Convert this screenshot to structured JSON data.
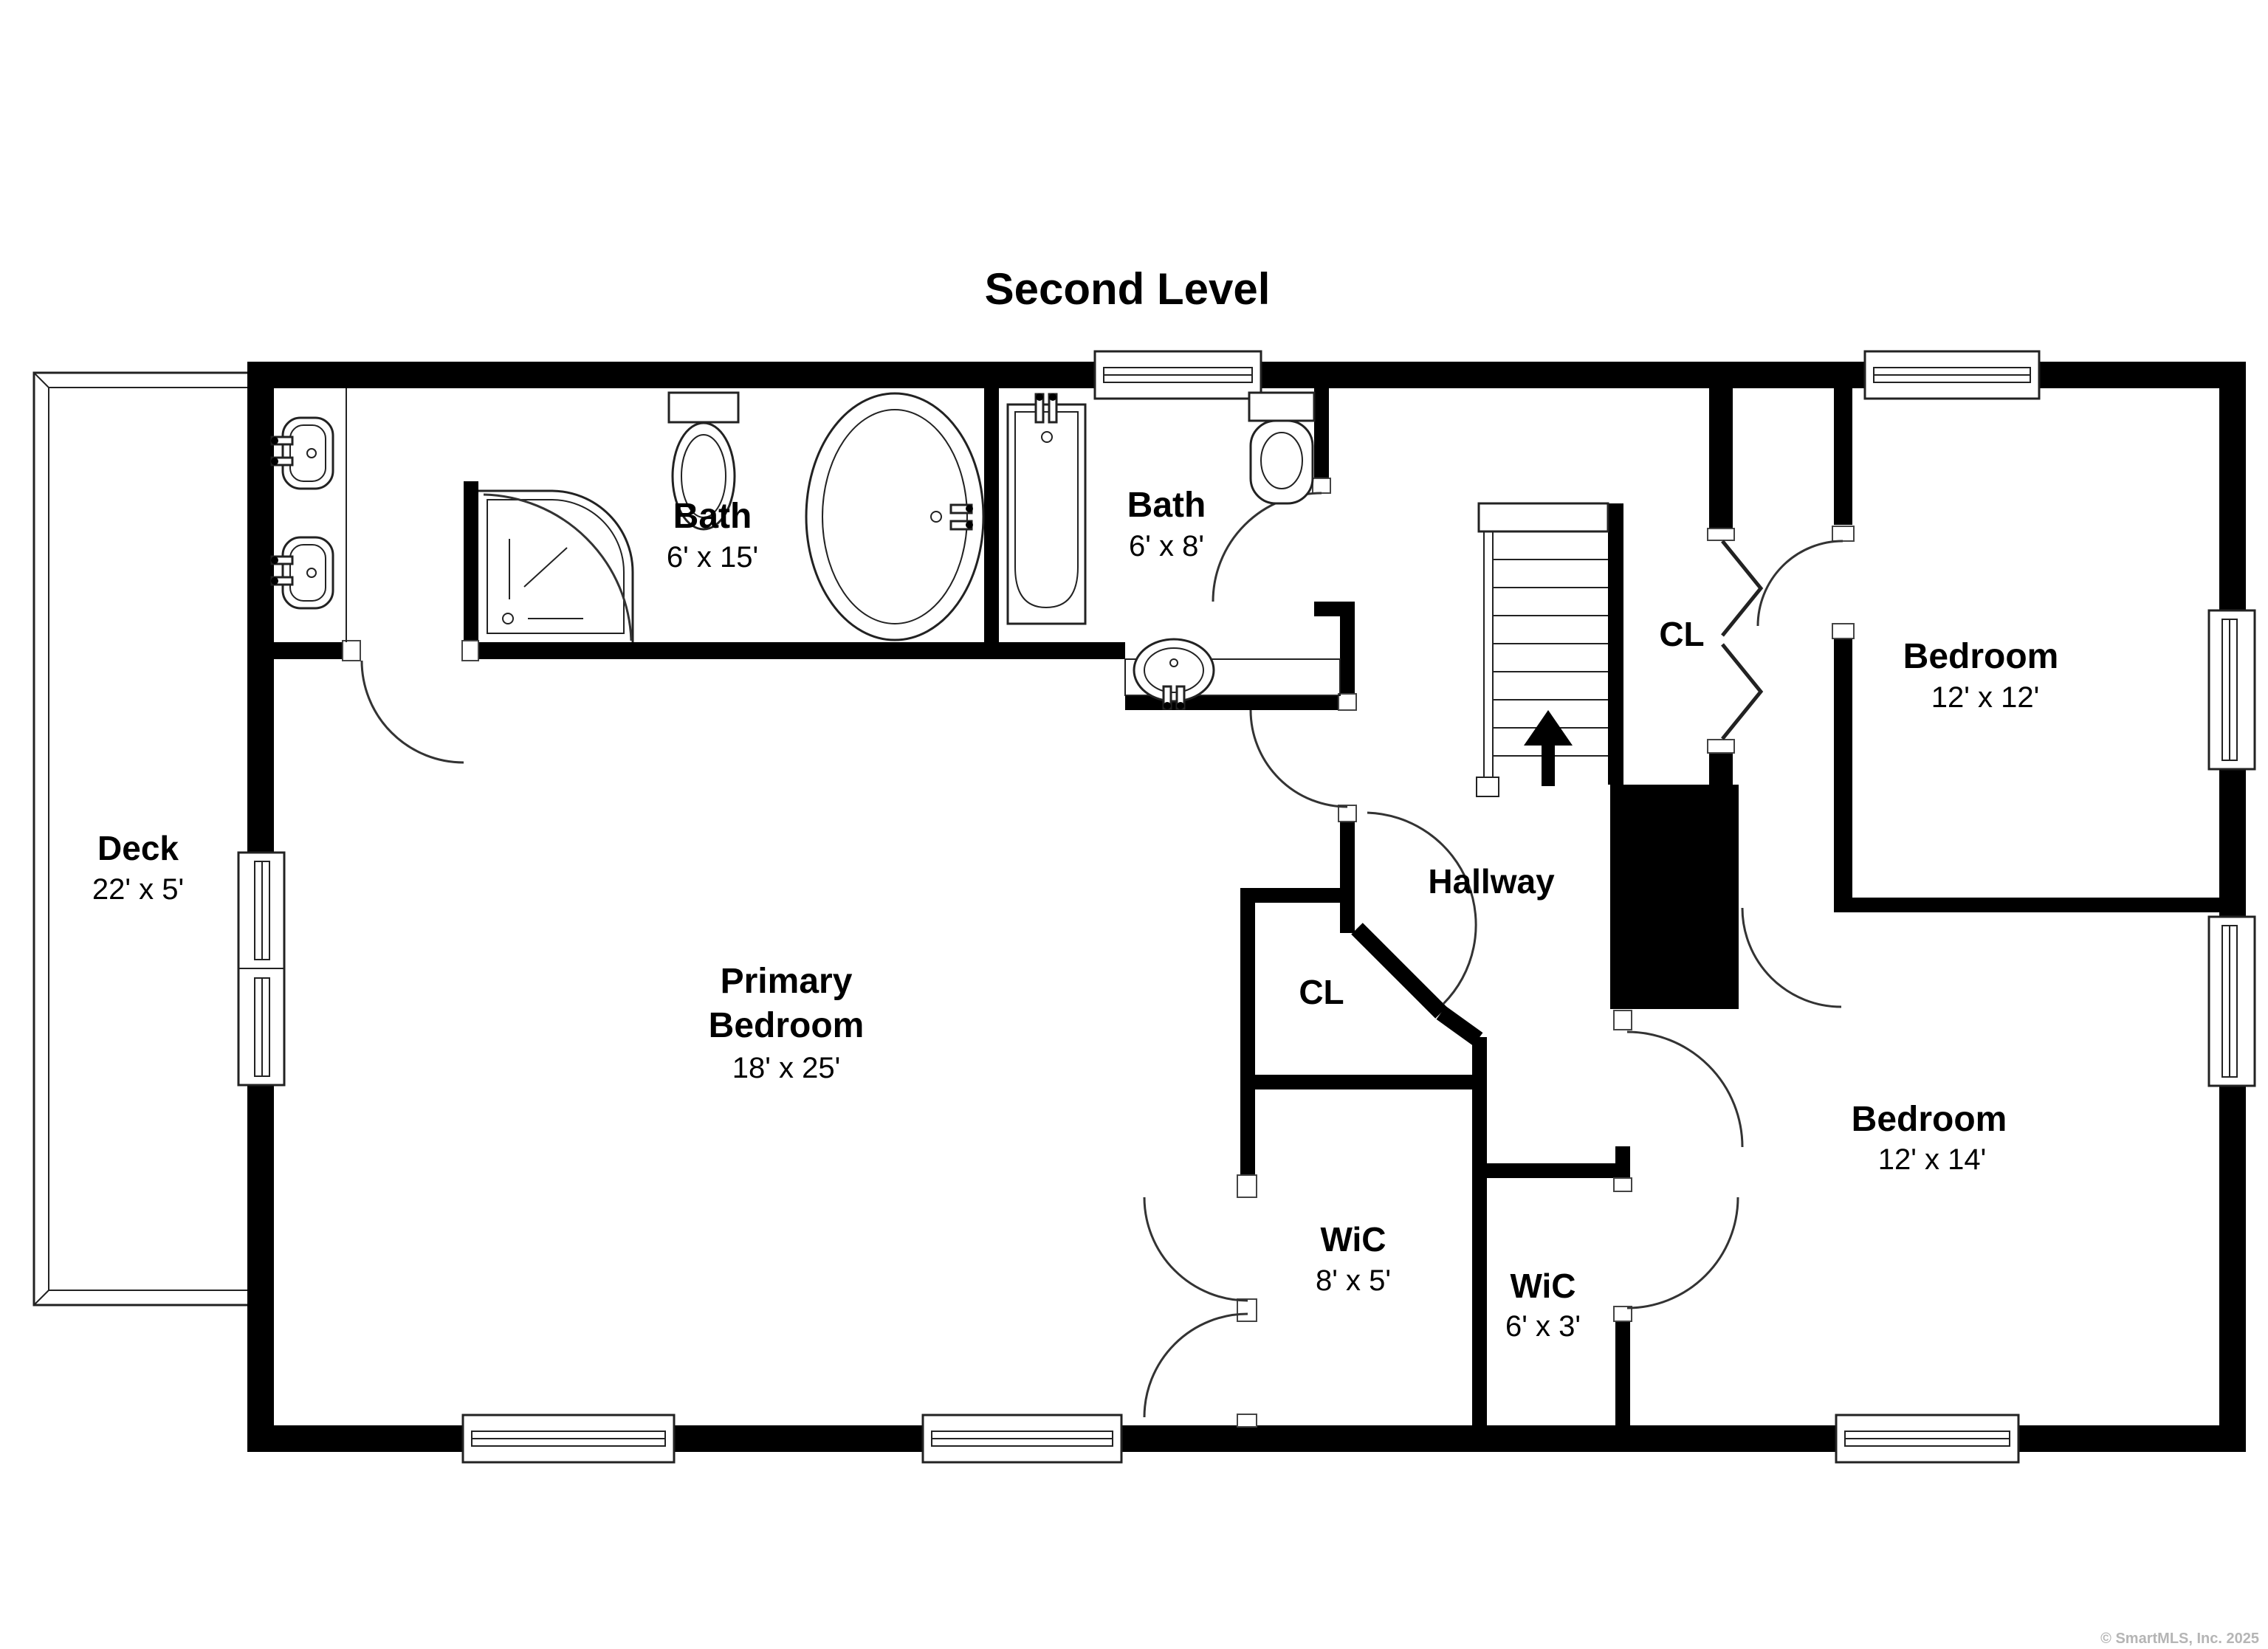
{
  "title": "Second Level",
  "rooms": {
    "deck": {
      "name": "Deck",
      "dims": "22' x 5'"
    },
    "primary_bath": {
      "name": "Bath",
      "dims": "6' x 15'"
    },
    "hall_bath": {
      "name": "Bath",
      "dims": "6' x 8'"
    },
    "bedroom_top": {
      "name": "Bedroom",
      "dims": "12' x 12'"
    },
    "bedroom_bottom": {
      "name": "Bedroom",
      "dims": "12' x 14'"
    },
    "primary_bedroom": {
      "name_line1": "Primary",
      "name_line2": "Bedroom",
      "dims": "18' x 25'"
    },
    "hallway": {
      "name": "Hallway"
    },
    "closet_stairs": {
      "name": "CL"
    },
    "closet_primary": {
      "name": "CL"
    },
    "wic_large": {
      "name": "WiC",
      "dims": "8' x 5'"
    },
    "wic_small": {
      "name": "WiC",
      "dims": "6' x 3'"
    }
  },
  "stairs": {
    "icon": "up-arrow"
  },
  "footer": {
    "copyright": "© SmartMLS, Inc.  2025"
  },
  "colors": {
    "walls": "#000000",
    "background": "#ffffff",
    "copyright": "#b5b5b5"
  }
}
